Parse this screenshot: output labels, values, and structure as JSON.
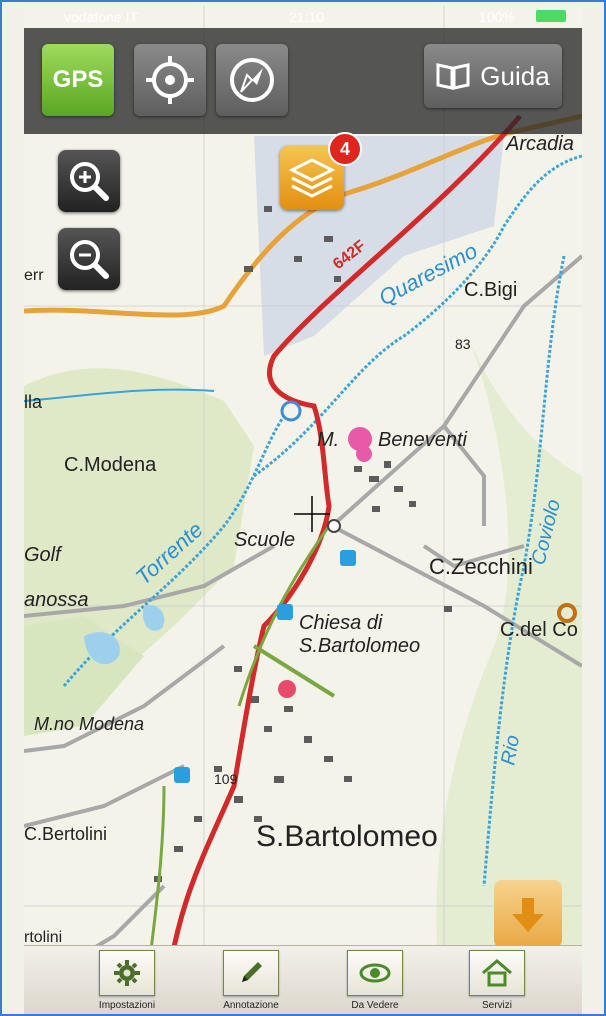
{
  "status_bar": {
    "carrier": "vodafone IT",
    "time": "21:10",
    "battery": "100%"
  },
  "toolbar": {
    "gps_label": "GPS",
    "guide_label": "Guida"
  },
  "layers": {
    "badge_count": "4"
  },
  "map": {
    "places": {
      "arcadia": "Arcadia",
      "c_bigi": "C.Bigi",
      "height_83": "83",
      "c_modena": "C.Modena",
      "beneventi": "Beneventi",
      "m_dot": "M.",
      "scuole": "Scuole",
      "c_zecchini": "C.Zecchini",
      "golf": "Golf",
      "anossa": "anossa",
      "chiesa": "Chiesa di",
      "s_bartolomeo_small": "S.Bartolomeo",
      "c_del_co": "C.del Co",
      "mno_modena": "M.no Modena",
      "height_109": "109",
      "c_bertolini": "C.Bertolini",
      "s_bartolomeo": "S.Bartolomeo",
      "rtolini": "rtolini",
      "la": "lla",
      "err": "err",
      "road_642f": "642F"
    },
    "rivers": {
      "quaresimo": "Quaresimo",
      "torrente": "Torrente",
      "coviolo": "Coviolo",
      "rio": "Rio"
    }
  },
  "tabs": [
    {
      "label": "Impostazioni",
      "icon": "gear-icon"
    },
    {
      "label": "Annotazione",
      "icon": "pencil-icon"
    },
    {
      "label": "Da Vedere",
      "icon": "eye-icon"
    },
    {
      "label": "Servizi",
      "icon": "home-icon"
    }
  ]
}
